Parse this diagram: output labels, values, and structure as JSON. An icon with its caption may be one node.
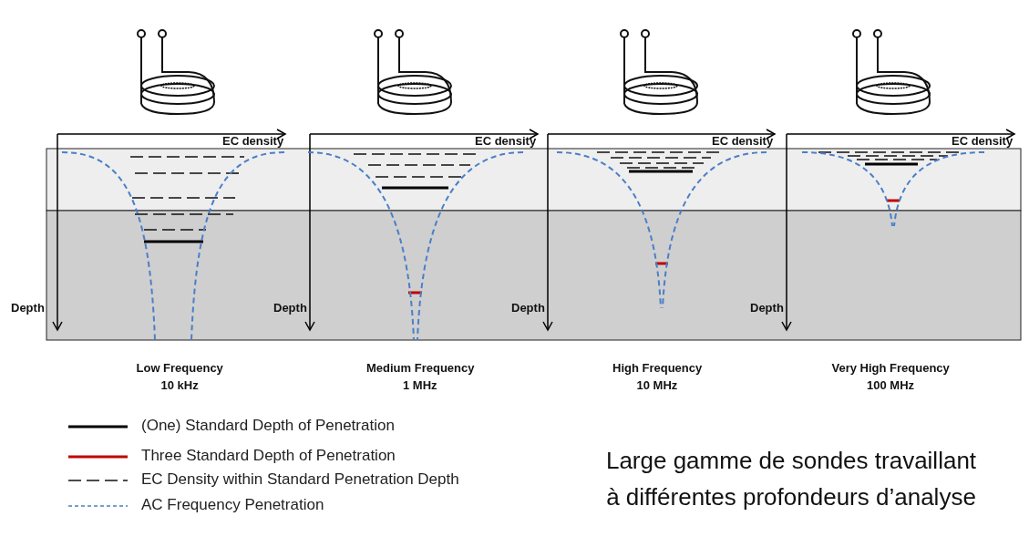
{
  "diagram": {
    "caption": "Large gamme de sondes travaillant à différentes profondeurs d’analyse",
    "labels": [
      "EC density",
      "EC density",
      "EC density",
      "EC density",
      "Depth",
      "Depth",
      "Depth",
      "Depth",
      "Low Frequency",
      "10 kHz",
      "Medium Frequency",
      "1 MHz",
      "High Frequency",
      "10 MHz",
      "Very High Frequency",
      "100 MHz"
    ],
    "legend": [
      {
        "text": "(One) Standard Depth of Penetration"
      },
      {
        "text": "Three Standard Depth of Penetration"
      },
      {
        "text": "EC Density within Standard Penetration Depth"
      },
      {
        "text": "AC Frequency Penetration"
      }
    ]
  }
}
